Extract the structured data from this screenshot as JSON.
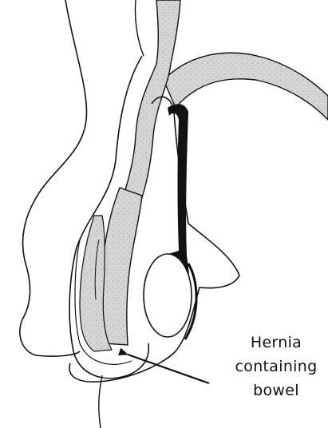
{
  "annotation": {
    "line1": "Hernia",
    "line2": "containing",
    "line3": "bowel"
  },
  "colors": {
    "ink": "#111111",
    "bowel_fill": "#d4d4d4",
    "cord_dark": "#111111",
    "background": "#ffffff"
  }
}
